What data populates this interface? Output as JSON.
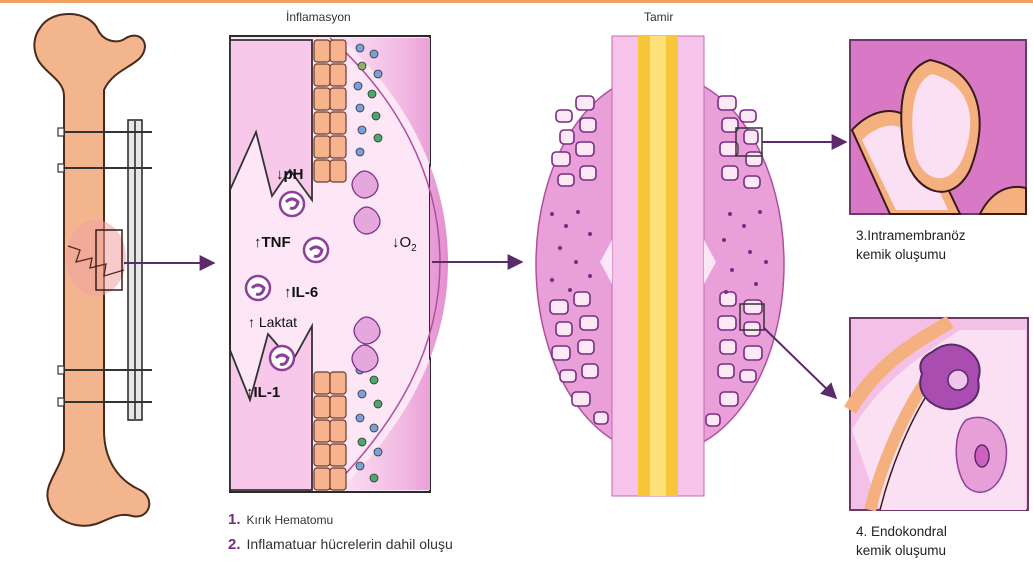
{
  "titles": {
    "inflammation": "İnflamasyon",
    "repair": "Tamir"
  },
  "markers": {
    "ph": "pH",
    "tnf": "TNF",
    "il6": "IL-6",
    "laktat": "Laktat",
    "il1": "IL-1",
    "o2": "O",
    "o2_sub": "2"
  },
  "captions": {
    "intramembranous_line1": "3.Intramembranöz",
    "intramembranous_line2": "kemik oluşumu",
    "endochondral_line1": "4. Endokondral",
    "endochondral_line2": "kemik oluşumu"
  },
  "legend": [
    {
      "number": "1.",
      "text": "Kırık Hematomu"
    },
    {
      "number": "2.",
      "text": "Inflamatuar hücrelerin dahil oluşu"
    }
  ],
  "colors": {
    "bone": "#f2b58e",
    "bone_outline": "#4a2a1a",
    "pink_light": "#fbd6ef",
    "pink_mid": "#e89fd6",
    "pink_dark": "#c85cb0",
    "purple": "#8e3f9c",
    "yellow": "#f8c63a",
    "arrow": "#5a2a6a"
  }
}
